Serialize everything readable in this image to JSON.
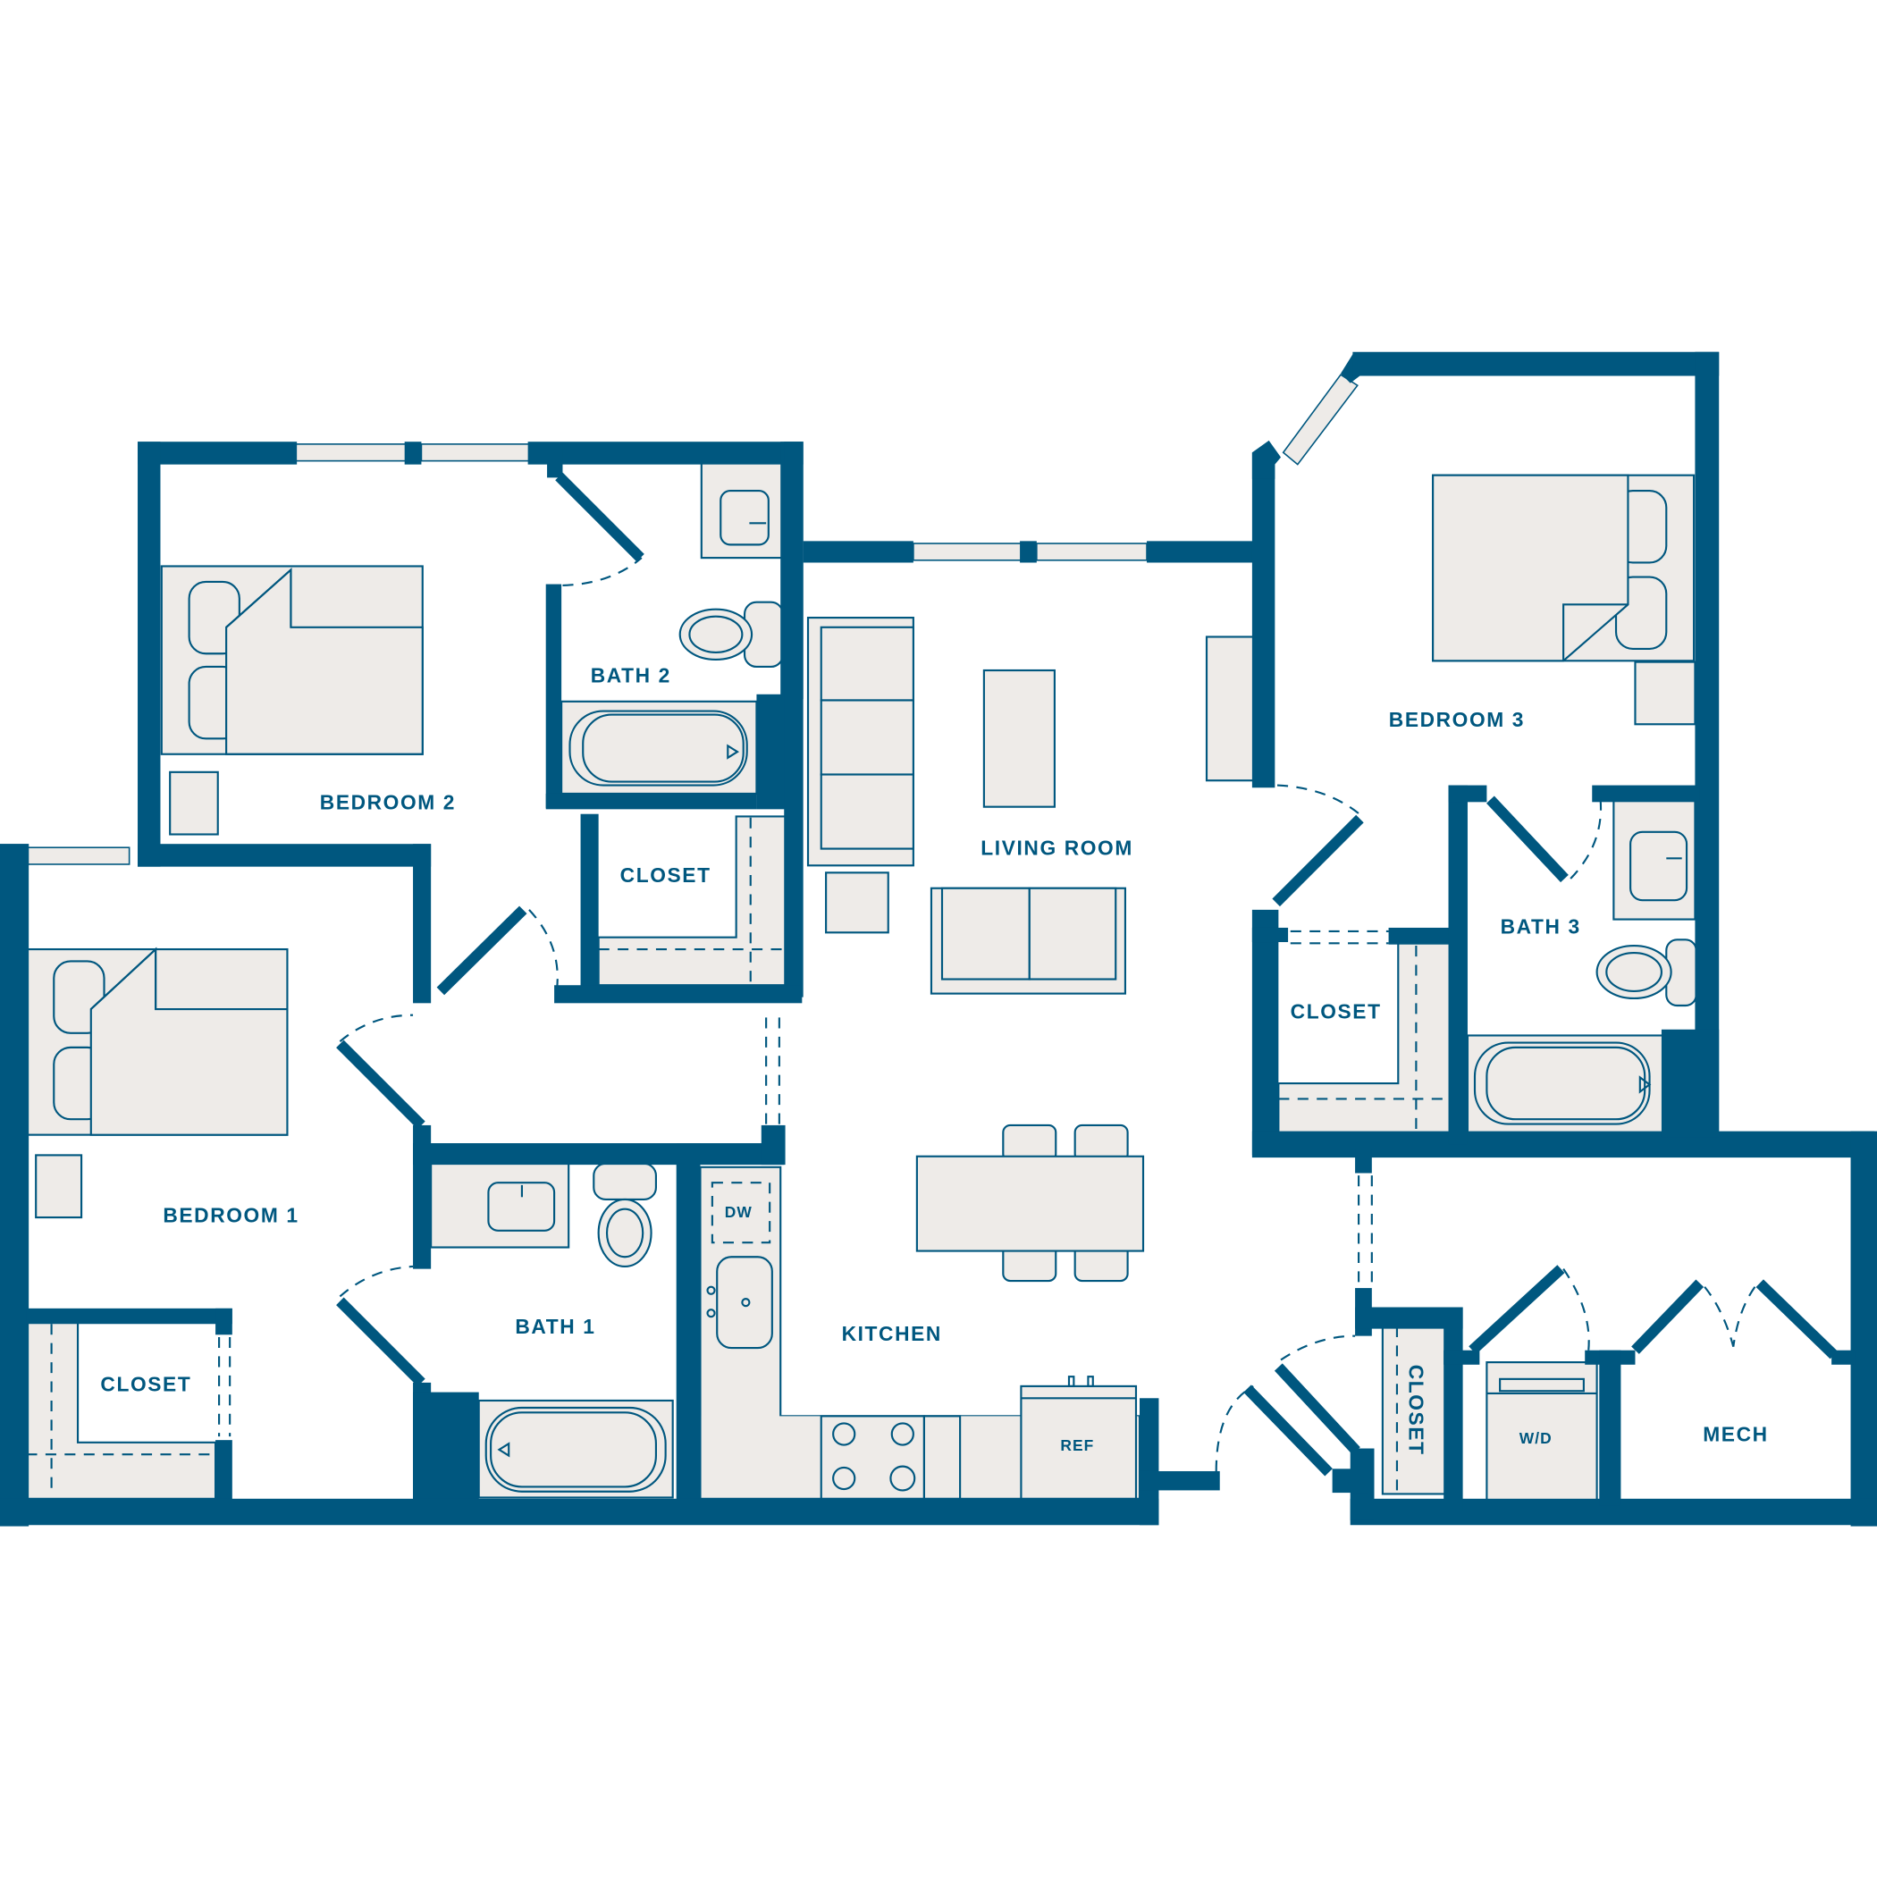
{
  "plan": {
    "colors": {
      "wall": "#00577F",
      "fixture_fill": "#EEEBE8",
      "background": "#FFFFFF"
    },
    "rooms": {
      "bedroom1": "BEDROOM 1",
      "bedroom2": "BEDROOM 2",
      "bedroom3": "BEDROOM 3",
      "bath1": "BATH 1",
      "bath2": "BATH 2",
      "bath3": "BATH 3",
      "closet_bed1": "CLOSET",
      "closet_bed2": "CLOSET",
      "closet_bed3": "CLOSET",
      "closet_entry": "CLOSET",
      "living_room": "LIVING ROOM",
      "kitchen": "KITCHEN",
      "mech": "MECH"
    },
    "appliances": {
      "dishwasher": "DW",
      "refrigerator": "REF",
      "washer_dryer": "W/D"
    }
  }
}
